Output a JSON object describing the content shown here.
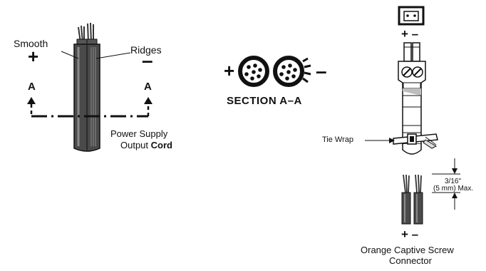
{
  "cord": {
    "smooth_label": "Smooth",
    "ridges_label": "Ridges",
    "plus_symbol": "+",
    "minus_symbol": "–",
    "section_marker": "A",
    "caption_line1": "Power Supply",
    "caption_line2_prefix": "Output ",
    "caption_line2_bold": "Cord"
  },
  "section": {
    "plus_symbol": "+",
    "minus_symbol": "–",
    "title": "SECTION  A–A"
  },
  "connector": {
    "top_polarity": "+ –",
    "bottom_polarity": "+ –",
    "tie_wrap_label": "Tie Wrap",
    "dim_value": "3/16\"",
    "dim_max": "(5 mm) Max.",
    "caption_line1": "Orange Captive Screw",
    "caption_line2": "Connector"
  },
  "colors": {
    "line": "#111111",
    "cord_body": "#4a4a4a",
    "cord_highlight": "#8a8a8a",
    "connector_shade": "#bdbdbd"
  }
}
